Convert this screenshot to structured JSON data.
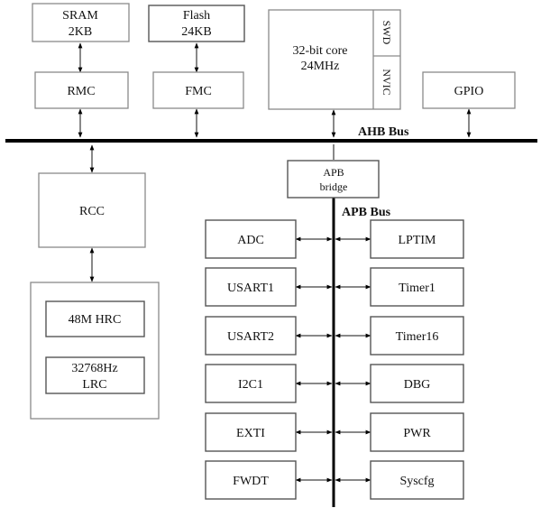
{
  "blocks": {
    "sram": {
      "line1": "SRAM",
      "line2": "2KB"
    },
    "flash": {
      "line1": "Flash",
      "line2": "24KB"
    },
    "core": {
      "line1": "32-bit core",
      "line2": "24MHz",
      "swd": "SWD",
      "nvic": "NVIC"
    },
    "rmc": "RMC",
    "fmc": "FMC",
    "gpio": "GPIO",
    "rcc": "RCC",
    "apb_bridge": {
      "line1": "APB",
      "line2": "bridge"
    },
    "hrc": "48M HRC",
    "lrc": {
      "line1": "32768Hz",
      "line2": "LRC"
    },
    "left_peripherals": [
      "ADC",
      "USART1",
      "USART2",
      "I2C1",
      "EXTI",
      "FWDT"
    ],
    "right_peripherals": [
      "LPTIM",
      "Timer1",
      "Timer16",
      "DBG",
      "PWR",
      "Syscfg"
    ]
  },
  "buses": {
    "ahb": "AHB Bus",
    "apb": "APB Bus"
  }
}
